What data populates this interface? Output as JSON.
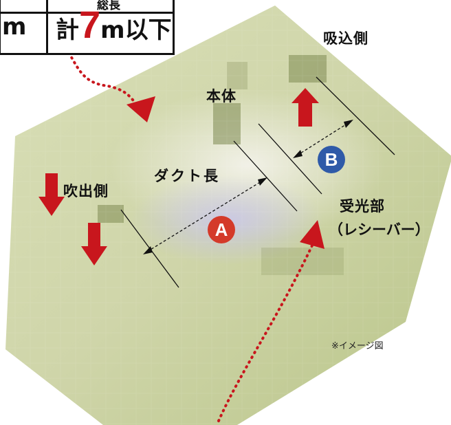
{
  "spec_table": {
    "col1_header": "",
    "col2_header": "総長",
    "col1_value": "m",
    "total_prefix": "計",
    "total_number": "7",
    "total_suffix": "m以下"
  },
  "labels": {
    "intake_side": "吸込側",
    "main_unit": "本体",
    "duct_length": "ダクト長",
    "outlet_side": "吹出側",
    "receiver_line1": "受光部",
    "receiver_line2": "（レシーバー）",
    "badge_a": "A",
    "badge_b": "B",
    "note": "※イメージ図"
  },
  "colors": {
    "arrow_red": "#c8161d",
    "badge_a": "#d43a2a",
    "badge_b": "#2f5aa8",
    "dotted_line": "#c8161d"
  },
  "icons": [
    "red-up-arrow-icon",
    "red-down-arrow-icon",
    "red-pointer-arrow-icon",
    "double-headed-dashed-arrow-icon"
  ]
}
